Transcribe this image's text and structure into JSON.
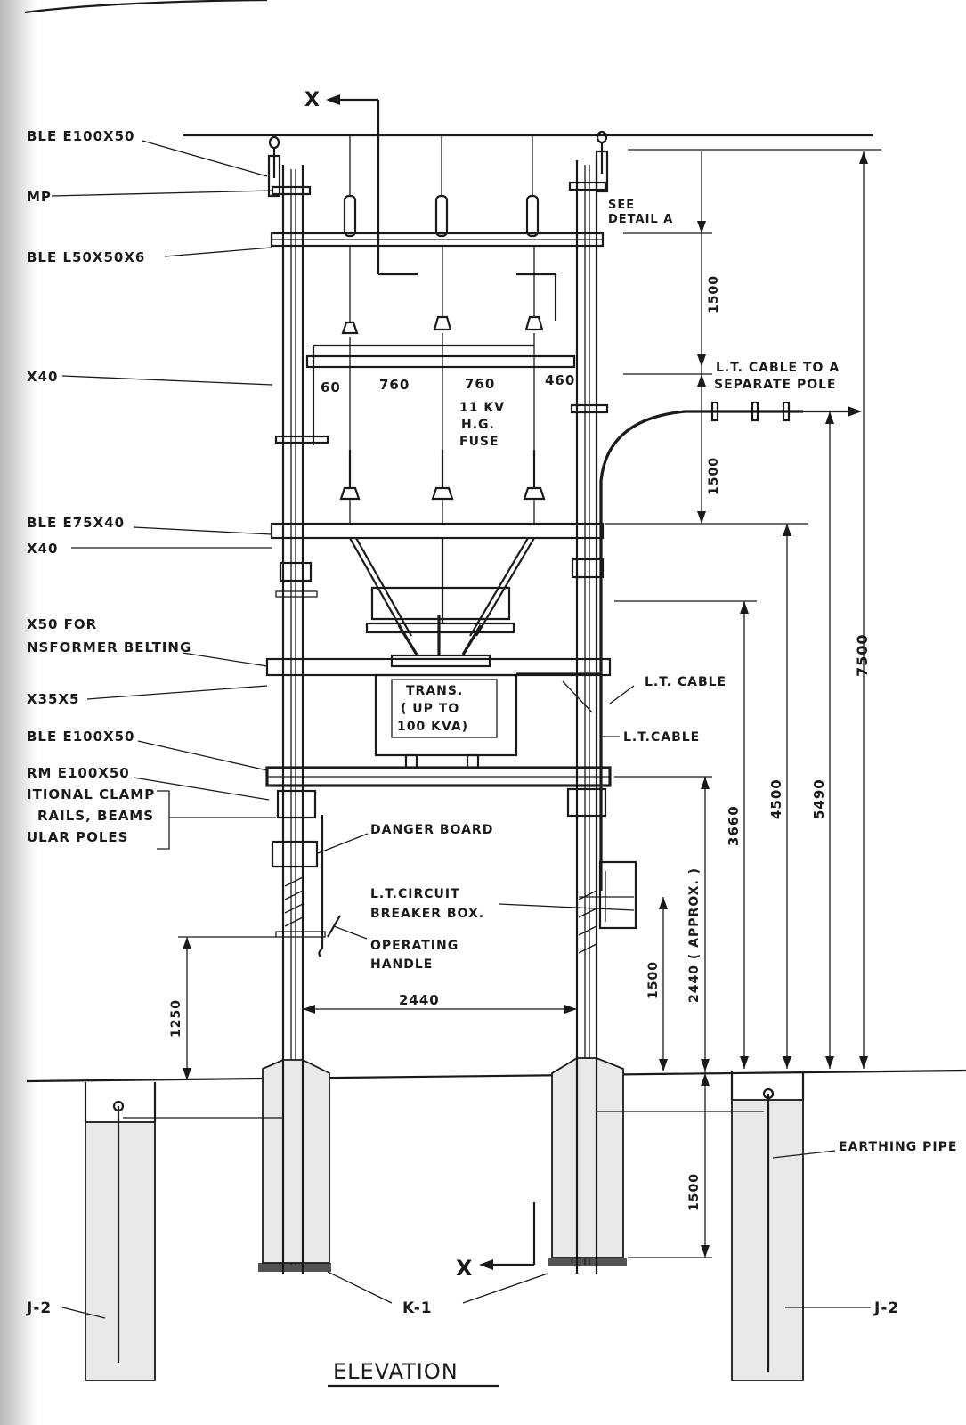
{
  "title": "ELEVATION",
  "section_marker": "X",
  "left_labels": [
    {
      "id": "channel-top",
      "text": "BLE E100X50"
    },
    {
      "id": "clamp-top",
      "text": "MP"
    },
    {
      "id": "angle-l50",
      "text": "BLE L50X50X6"
    },
    {
      "id": "flat-40a",
      "text": "X40"
    },
    {
      "id": "channel-75",
      "text": "BLE E75X40"
    },
    {
      "id": "flat-40b",
      "text": "X40"
    },
    {
      "id": "belting-1",
      "text": "X50 FOR"
    },
    {
      "id": "belting-2",
      "text": "NSFORMER BELTING"
    },
    {
      "id": "flat-35",
      "text": "X35X5"
    },
    {
      "id": "channel-100",
      "text": "BLE E100X50"
    },
    {
      "id": "arm-100",
      "text": "RM E100X50"
    },
    {
      "id": "clamp-1",
      "text": "ITIONAL CLAMP"
    },
    {
      "id": "clamp-2",
      "text": "RAILS, BEAMS"
    },
    {
      "id": "clamp-3",
      "text": "ULAR POLES"
    }
  ],
  "callouts": {
    "see_detail_1": "SEE",
    "see_detail_2": "DETAIL A",
    "lt_cable_pole_1": "L.T. CABLE TO A",
    "lt_cable_pole_2": "SEPARATE POLE",
    "fuse_1": "11 KV",
    "fuse_2": "H.G.",
    "fuse_3": "FUSE",
    "trans_1": "TRANS.",
    "trans_2": "( UP TO",
    "trans_3": "100 KVA)",
    "lt_cable_a": "L.T. CABLE",
    "lt_cable_b": "L.T.CABLE",
    "danger_board": "DANGER BOARD",
    "breaker_1": "L.T.CIRCUIT",
    "breaker_2": "BREAKER BOX.",
    "handle_1": "OPERATING",
    "handle_2": "HANDLE",
    "earthing_pipe": "EARTHING PIPE",
    "k1": "K-1",
    "j2_left": "J-2",
    "j2_right": "J-2"
  },
  "dimensions": {
    "spacing_460_left": "60",
    "spacing_760_a": "760",
    "spacing_760_b": "760",
    "spacing_460_right": "460",
    "upper_1500": "1500",
    "mid_1500": "1500",
    "overall_7500": "7500",
    "d5490": "5490",
    "d4500": "4500",
    "d3660": "3660",
    "d2440_approx": "2440 ( APPROX. )",
    "d1500_handle": "1500",
    "d1500_below": "1500",
    "d1250": "1250",
    "d2440": "2440"
  }
}
